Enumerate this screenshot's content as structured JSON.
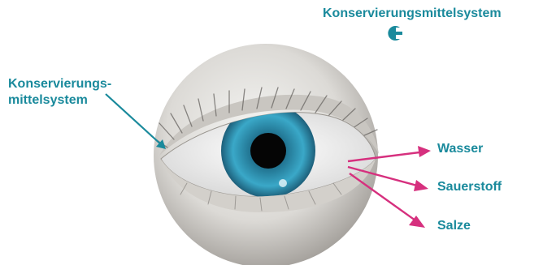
{
  "legend": {
    "title": "Konservierungsmittelsystem",
    "icon": "preservative-symbol-icon",
    "color": "#1a8a9c"
  },
  "left_label": {
    "line1": "Konservierungs-",
    "line2": "mittelsystem"
  },
  "outputs": {
    "arrow_color": "#d6307e",
    "items": [
      {
        "label": "Wasser"
      },
      {
        "label": "Sauerstoff"
      },
      {
        "label": "Salze"
      }
    ]
  }
}
